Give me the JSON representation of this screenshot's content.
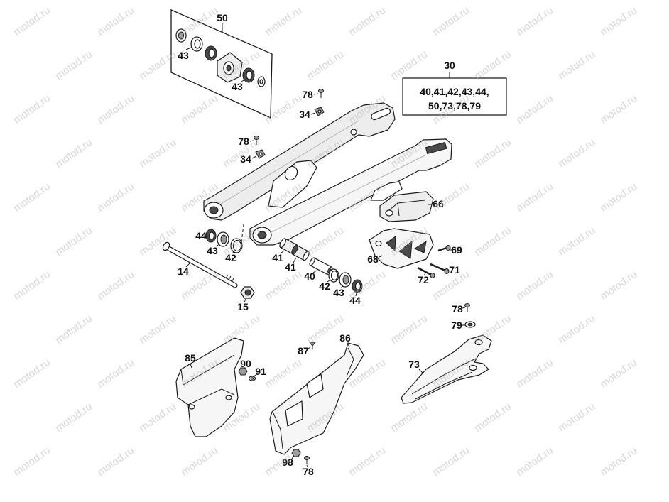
{
  "watermark": "motod.ru",
  "kit_box": {
    "number": "30",
    "line1": "40,41,42,43,44,",
    "line2": "50,73,78,79"
  },
  "callouts": [
    "50",
    "43",
    "43",
    "78",
    "34",
    "78",
    "34",
    "66",
    "44",
    "43",
    "42",
    "69",
    "68",
    "41",
    "41",
    "71",
    "14",
    "40",
    "72",
    "42",
    "43",
    "44",
    "15",
    "78",
    "79",
    "86",
    "87",
    "85",
    "90",
    "91",
    "73",
    "98",
    "78"
  ]
}
